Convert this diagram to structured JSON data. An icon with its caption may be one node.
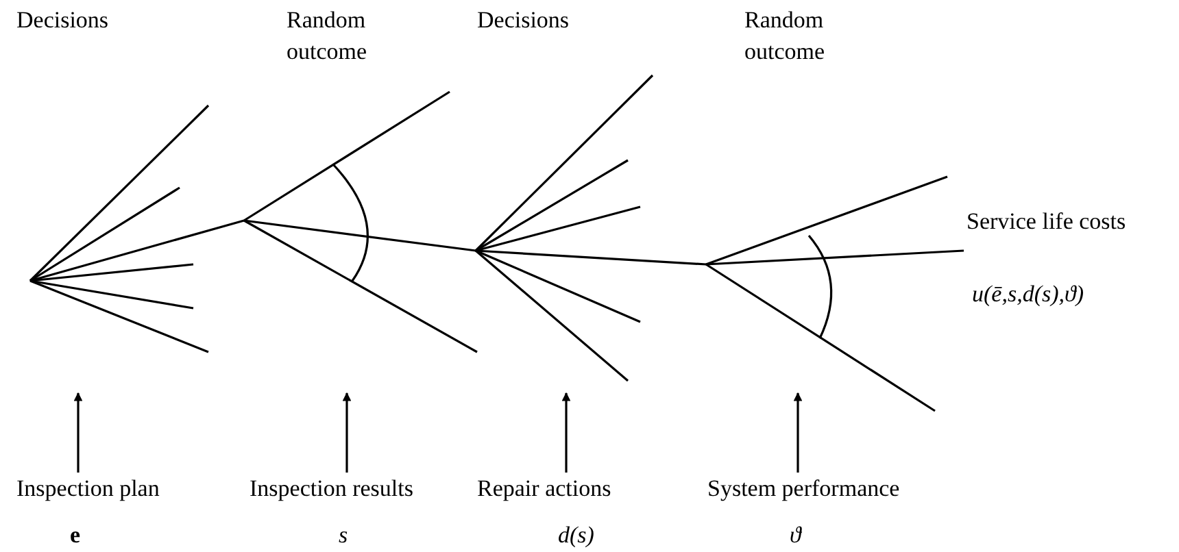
{
  "diagram": {
    "nodes": [
      {
        "text": [
          "Inspection plan"
        ],
        "beside": [
          "e"
        ]
      },
      {
        "text": [
          "Inspection results"
        ],
        "beside": [
          "s"
        ]
      },
      {
        "text": [
          "Repair actions"
        ],
        "beside": [
          "d(s)"
        ]
      },
      {
        "text": [
          "System performance"
        ],
        "beside": [
          "ϑ"
        ]
      }
    ],
    "edges": [
      {
        "from": 0,
        "to": null,
        "arrow": "to"
      },
      {
        "from": 1,
        "to": null,
        "arrow": "to"
      },
      {
        "from": 2,
        "to": null,
        "arrow": "to"
      },
      {
        "from": 3,
        "to": null,
        "arrow": "to"
      }
    ],
    "labels": [
      "Decisions",
      "Random outcome",
      "Decisions",
      "Random outcome",
      "Service life costs",
      "u(ē,s,d(s),ϑ)"
    ]
  }
}
